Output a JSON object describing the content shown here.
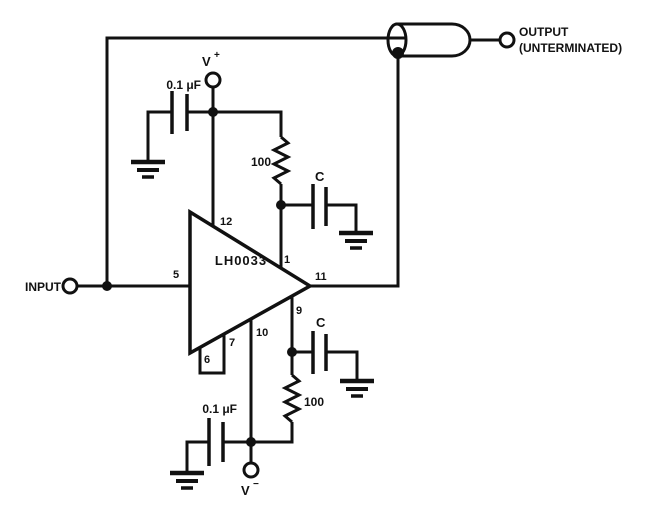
{
  "colors": {
    "ink": "#111111",
    "paper": "#ffffff"
  },
  "terminals": {
    "input": "INPUT",
    "output": "OUTPUT",
    "output_note": "(UNTERMINATED)",
    "v_plus_base": "V",
    "v_plus_sign": "+",
    "v_minus_base": "V",
    "v_minus_sign": "−"
  },
  "components": {
    "ic": "LH0033",
    "bypass_cap_top": "0.1 μF",
    "bypass_cap_bottom": "0.1 μF",
    "resistor_top": "100",
    "resistor_bottom": "100",
    "comp_cap_top": "C",
    "comp_cap_bottom": "C"
  },
  "pins": {
    "p5": "5",
    "p12": "12",
    "p1": "1",
    "p11": "11",
    "p9": "9",
    "p10": "10",
    "p7": "7",
    "p6": "6"
  }
}
